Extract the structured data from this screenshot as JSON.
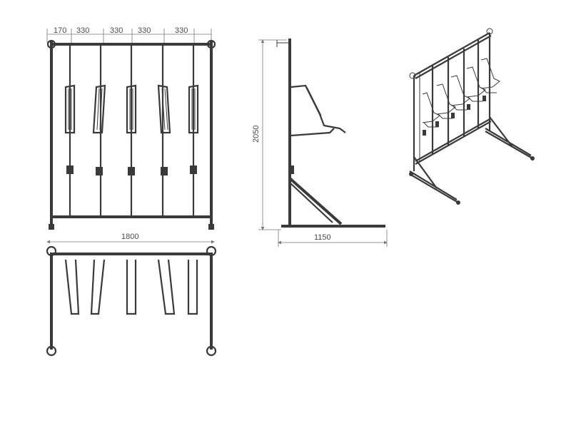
{
  "dimensions": {
    "top_spacing": [
      "170",
      "330",
      "330",
      "330",
      "330"
    ],
    "width": "1800",
    "height": "2050",
    "depth": "1150"
  },
  "colors": {
    "line": "#3a3a3a",
    "dimension": "#777777"
  }
}
